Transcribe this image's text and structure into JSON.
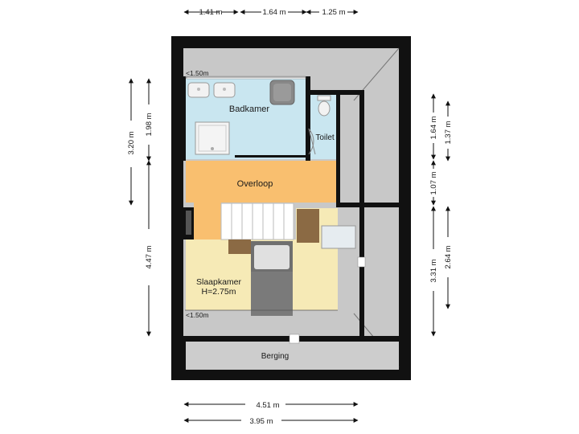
{
  "rooms": {
    "badkamer": "Badkamer",
    "toilet": "Toilet",
    "overloop": "Overloop",
    "slaapkamer": "Slaapkamer",
    "slaapkamer_height": "H=2.75m",
    "berging": "Berging"
  },
  "notes": {
    "low_ceiling_top": "<1.50m",
    "low_ceiling_bottom": "<1.50m"
  },
  "dimensions": {
    "top": [
      "1.41 m",
      "1.64 m",
      "1.25 m"
    ],
    "left_inner_top": "1.98 m",
    "left_outer": "3.20 m",
    "left_lower": "4.47 m",
    "right_inner_top": "1.64 m",
    "right_outer_top": "1.37 m",
    "right_middle": "1.07 m",
    "right_lower_outer": "3.31 m",
    "right_lower_inner": "2.64 m",
    "bottom_outer": "4.51 m",
    "bottom_inner": "3.95 m"
  },
  "colors": {
    "wall": "#111111",
    "roof_gray": "#c8c8c8",
    "bathroom": "#c9e6f0",
    "landing": "#f9bf6f",
    "bedroom": "#f6eab6",
    "storage": "#cdcdcd"
  }
}
